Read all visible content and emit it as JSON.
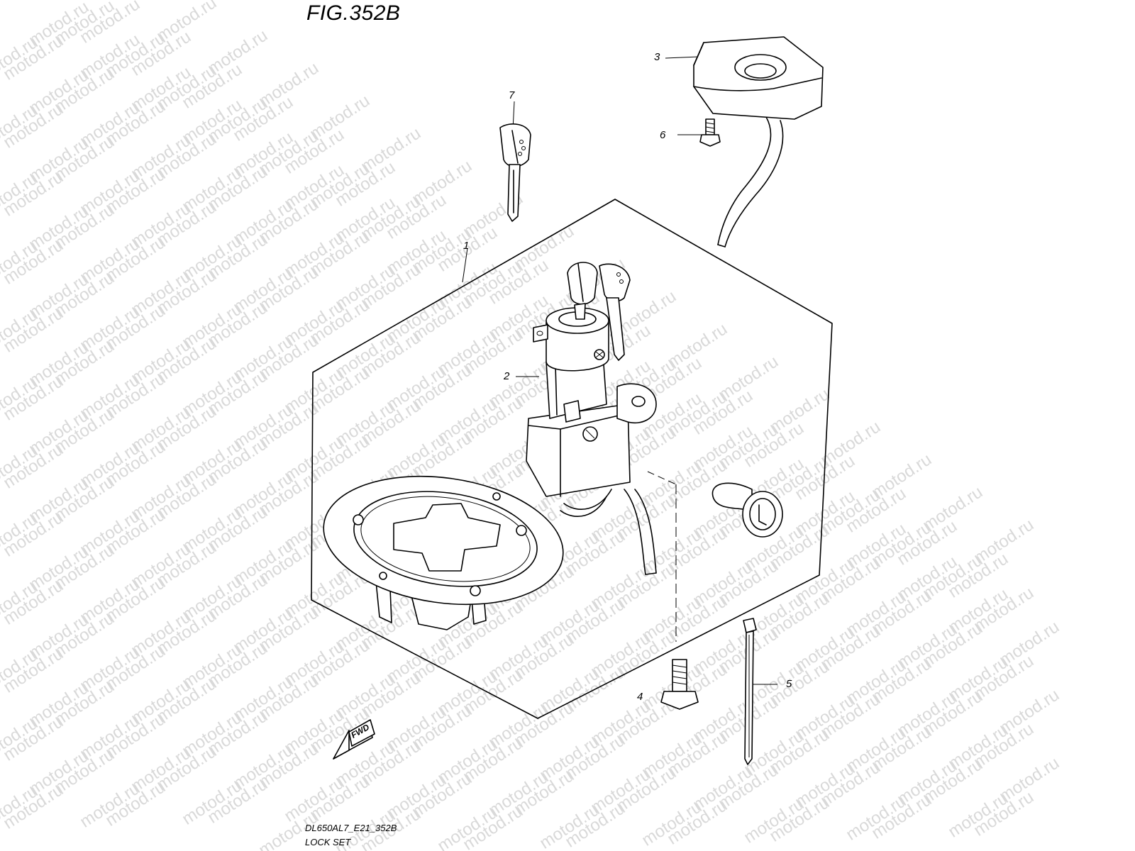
{
  "figure": {
    "title": "FIG.352B",
    "code": "DL650AL7_E21_352B",
    "name": "LOCK SET"
  },
  "watermark": "motod.ru",
  "fwd_label": "FWD",
  "callouts": [
    {
      "id": "1",
      "text": "1"
    },
    {
      "id": "2",
      "text": "2"
    },
    {
      "id": "3",
      "text": "3"
    },
    {
      "id": "4",
      "text": "4"
    },
    {
      "id": "5",
      "text": "5"
    },
    {
      "id": "6",
      "text": "6"
    },
    {
      "id": "7",
      "text": "7"
    }
  ]
}
